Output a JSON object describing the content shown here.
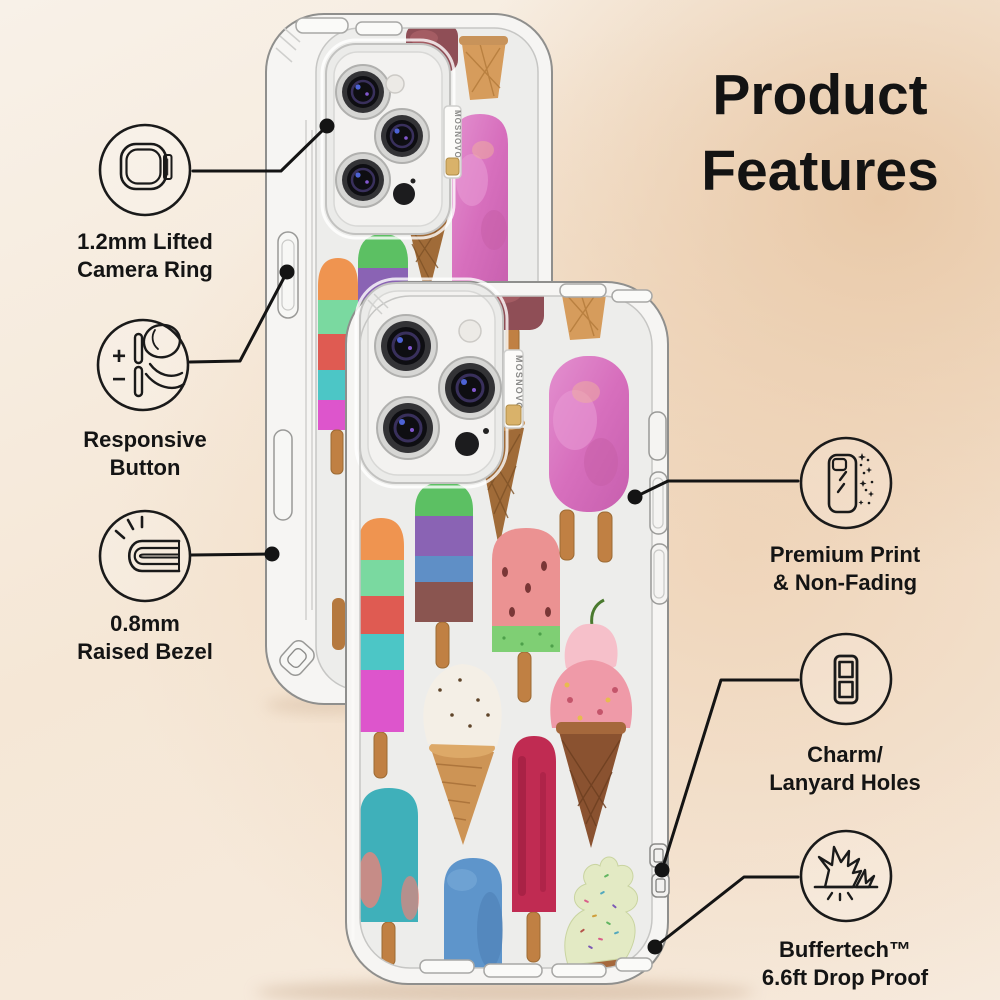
{
  "title": {
    "line1": "Product",
    "line2": "Features"
  },
  "brand": {
    "name": "MOSNOVO"
  },
  "callouts": {
    "left": [
      {
        "id": "camera-ring",
        "icon": "camera-ring-icon",
        "line1": "1.2mm Lifted",
        "line2": "Camera Ring"
      },
      {
        "id": "responsive-button",
        "icon": "responsive-button-icon",
        "line1": "Responsive",
        "line2": "Button",
        "plus": "+",
        "minus": "−"
      },
      {
        "id": "raised-bezel",
        "icon": "raised-bezel-icon",
        "line1": "0.8mm",
        "line2": "Raised Bezel"
      }
    ],
    "right": [
      {
        "id": "premium-print",
        "icon": "premium-print-icon",
        "line1": "Premium Print",
        "line2": "& Non-Fading"
      },
      {
        "id": "lanyard-holes",
        "icon": "lanyard-holes-icon",
        "line1": "Charm/",
        "line2": "Lanyard Holes"
      },
      {
        "id": "drop-proof",
        "icon": "drop-proof-icon",
        "line1": "Buffertech™",
        "line2": "6.6ft Drop Proof"
      }
    ]
  },
  "colors": {
    "background_cream": "#f8f1e8",
    "background_peach": "#eaccab",
    "annotation_line": "#141414",
    "case_interior": "#ededeb",
    "popsicle_pink": "#d76fbd",
    "stick_tan": "#c08043",
    "brand_gold": "#d9b26a"
  }
}
